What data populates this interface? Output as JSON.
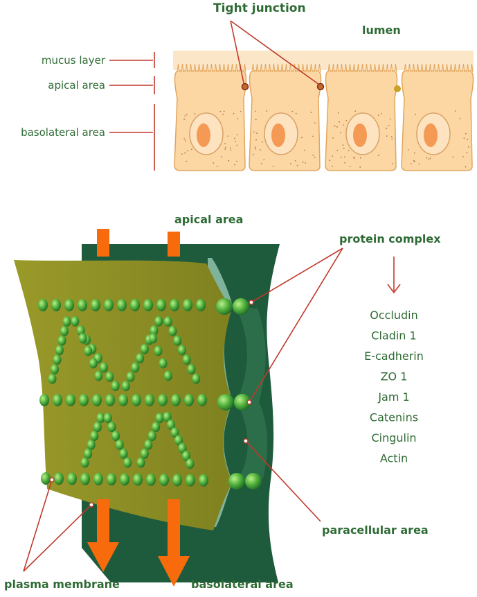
{
  "colors": {
    "label_green": "#2f6b35",
    "pointer_red": "#c0392b",
    "mucus": "#fbe6c8",
    "cell_fill": "#fcd7a4",
    "cell_edge": "#e2a55c",
    "nucleus": "#f59a55",
    "membrane_olive": "#8c8c22",
    "membrane_dark": "#1e5b3c",
    "bead_green": "#4fae3b",
    "arrow_orange": "#f76b0c"
  },
  "top": {
    "title_tight_junction": "Tight junction",
    "lumen": "lumen",
    "mucus_layer": "mucus layer",
    "apical_area": "apical area",
    "basolateral_area": "basolateral area"
  },
  "bottom": {
    "apical_area": "apical area",
    "protein_complex": "protein complex",
    "proteins": [
      "Occludin",
      "Cladin 1",
      "E-cadherin",
      "ZO 1",
      "Jam 1",
      "Catenins",
      "Cingulin",
      "Actin"
    ],
    "paracellular_area": "paracellular area",
    "plasma_membrane": "plasma membrane",
    "basolateral_area": "basolateral area"
  }
}
